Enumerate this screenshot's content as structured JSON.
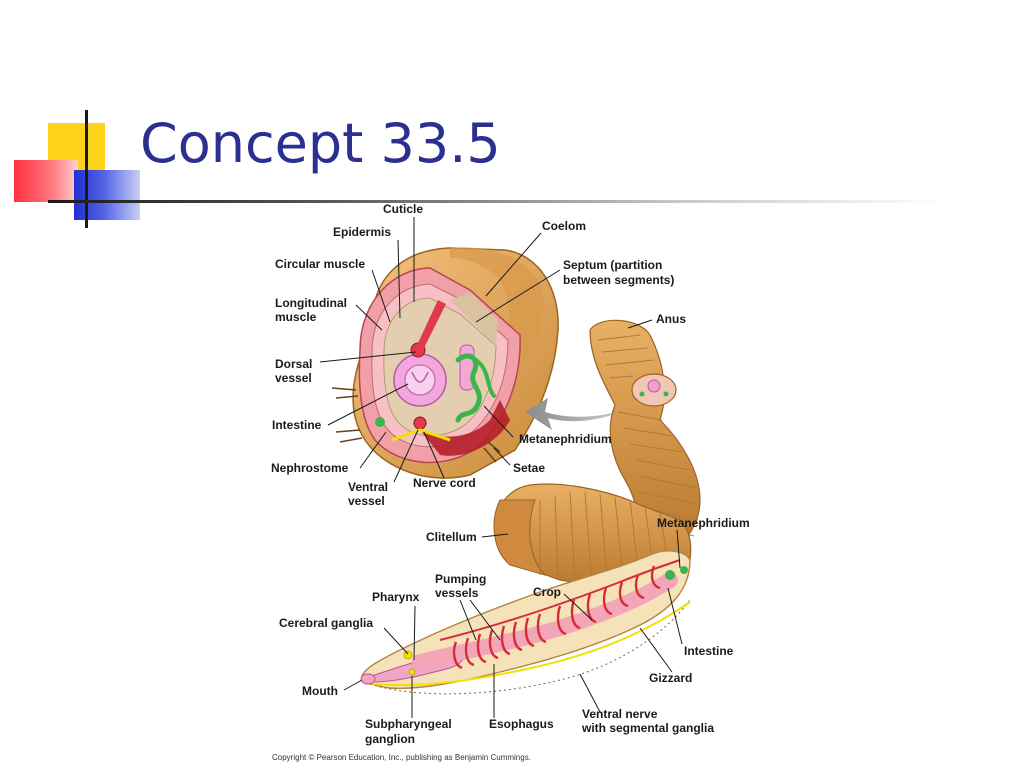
{
  "slide": {
    "title": "Concept 33.5"
  },
  "colors": {
    "title": "#2b2f8f",
    "worm_body": "#e0a65a",
    "vessel": "#e23a4a",
    "nephridium": "#3ab54a",
    "nerve": "#f2e100"
  },
  "diagram": {
    "labels": {
      "cuticle": "Cuticle",
      "epidermis": "Epidermis",
      "circular_muscle": "Circular muscle",
      "longitudinal_muscle_1": "Longitudinal",
      "longitudinal_muscle_2": "muscle",
      "dorsal_vessel_1": "Dorsal",
      "dorsal_vessel_2": "vessel",
      "intestine_section": "Intestine",
      "nephrostome": "Nephrostome",
      "ventral_vessel_1": "Ventral",
      "ventral_vessel_2": "vessel",
      "nerve_cord": "Nerve cord",
      "coelom": "Coelom",
      "septum_1": "Septum (partition",
      "septum_2": "between segments)",
      "anus": "Anus",
      "metanephridium_section": "Metanephridium",
      "setae": "Setae",
      "metanephridium_body": "Metanephridium",
      "clitellum": "Clitellum",
      "pharynx": "Pharynx",
      "pumping_vessels_1": "Pumping",
      "pumping_vessels_2": "vessels",
      "crop": "Crop",
      "cerebral_ganglia": "Cerebral ganglia",
      "intestine_body": "Intestine",
      "gizzard": "Gizzard",
      "mouth": "Mouth",
      "subpharyngeal_1": "Subpharyngeal",
      "subpharyngeal_2": "ganglion",
      "esophagus": "Esophagus",
      "ventral_nerve_1": "Ventral nerve",
      "ventral_nerve_2": "with segmental ganglia"
    },
    "copyright": "Copyright © Pearson Education, Inc., publishing as Benjamin Cummings."
  }
}
